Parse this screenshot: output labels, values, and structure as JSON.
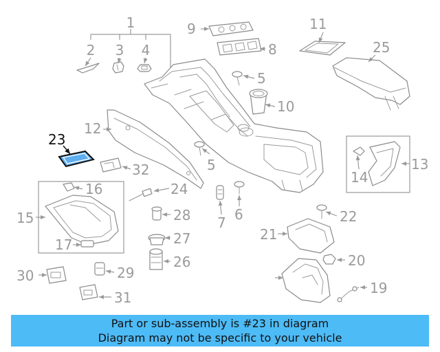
{
  "diagram": {
    "highlighted_part": "23",
    "callouts": [
      "1",
      "2",
      "3",
      "4",
      "5",
      "5",
      "6",
      "7",
      "8",
      "9",
      "10",
      "11",
      "12",
      "13",
      "14",
      "15",
      "16",
      "17",
      "19",
      "20",
      "21",
      "22",
      "23",
      "24",
      "25",
      "26",
      "27",
      "28",
      "29",
      "30",
      "31",
      "32"
    ]
  },
  "banner": {
    "line1": "Part or sub-assembly is #23 in diagram",
    "line2": "Diagram may not be specific to your vehicle"
  },
  "colors": {
    "banner_background": "#4dbbf6",
    "highlight_fill": "#5eaef0",
    "line_gray": "#9a9a9a"
  }
}
